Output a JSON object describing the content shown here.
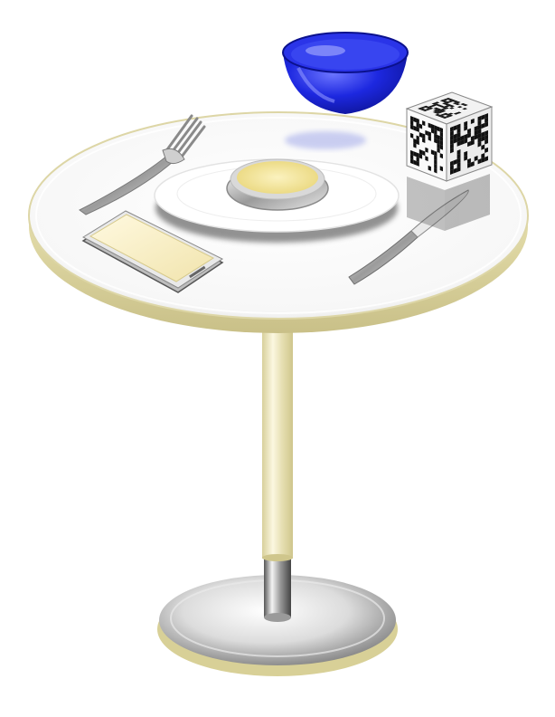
{
  "scene": {
    "background_color": "#ffffff",
    "objects": [
      "round-table",
      "table-pedestal",
      "table-base",
      "white-plate",
      "yellow-cup",
      "blue-bowl",
      "fork",
      "knife",
      "smartphone",
      "qr-code-cube"
    ],
    "colors": {
      "table_rim": "#e5dfb0",
      "tabletop": "#ffffff",
      "pedestal": "#e8e2b8",
      "base_chrome": "#c9c9c9",
      "bowl_blue": "#1420d8",
      "cup_yellow": "#f3e39a",
      "phone_screen": "#fbf3d0",
      "qr_dark": "#111111"
    }
  }
}
